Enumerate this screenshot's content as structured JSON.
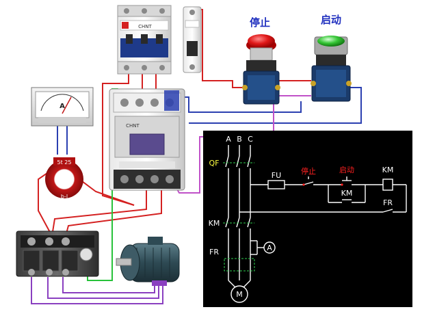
{
  "labels": {
    "stop_button": "停止",
    "start_button": "启动",
    "ammeter_unit": "A",
    "ct_label_top": "5t 25",
    "ct_label_bottom": "b-l",
    "contactor_brand": "CHNT",
    "breaker_brand": "CHNT"
  },
  "schematic": {
    "phase_a": "A",
    "phase_b": "B",
    "phase_c": "C",
    "qf": "QF",
    "fu": "FU",
    "stop": "停止",
    "start": "启动",
    "km_coil": "KM",
    "km_aux": "KM",
    "fr_contact": "FR",
    "km_main": "KM",
    "fr_relay": "FR",
    "ammeter": "A",
    "motor": "M"
  },
  "colors": {
    "wire_red": "#d42020",
    "wire_blue": "#2a3fb0",
    "wire_green": "#27c23a",
    "wire_purple": "#8a3fc0",
    "wire_magenta": "#c050c8",
    "stop_text": "#1f2fbf",
    "start_text": "#1f2fbf",
    "schematic_bg": "#000000",
    "schematic_line": "#ffffff",
    "schematic_red": "#ff2020",
    "schematic_yellow": "#ffff40",
    "schematic_green": "#30d050"
  }
}
